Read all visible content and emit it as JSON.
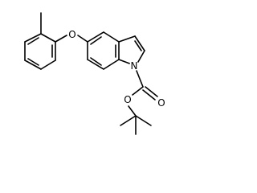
{
  "molecule": {
    "atoms": {
      "ether_oxygen": "O",
      "indole_nitrogen": "N",
      "carbonyl_oxygen": "O",
      "ester_oxygen": "O"
    }
  }
}
